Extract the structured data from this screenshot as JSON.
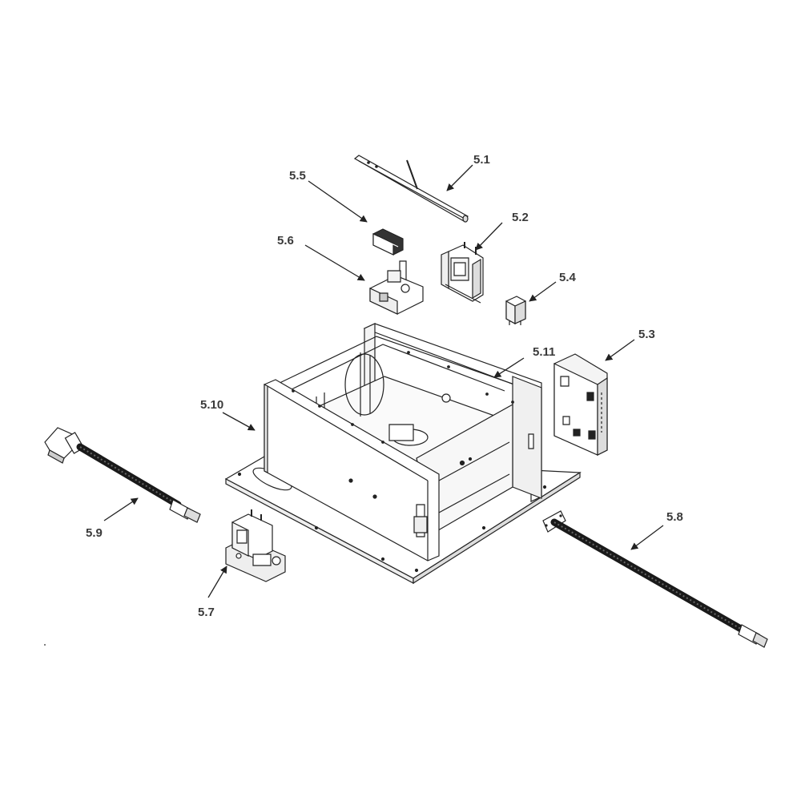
{
  "colors": {
    "ink": "#222222",
    "label": "#3a3a3a",
    "background": "#ffffff",
    "hose": "#1a1a1a"
  },
  "callouts": {
    "c5_1": "5.1",
    "c5_2": "5.2",
    "c5_3": "5.3",
    "c5_4": "5.4",
    "c5_5": "5.5",
    "c5_6": "5.6",
    "c5_7": "5.7",
    "c5_8": "5.8",
    "c5_9": "5.9",
    "c5_10": "5.10",
    "c5_11": "5.11"
  }
}
